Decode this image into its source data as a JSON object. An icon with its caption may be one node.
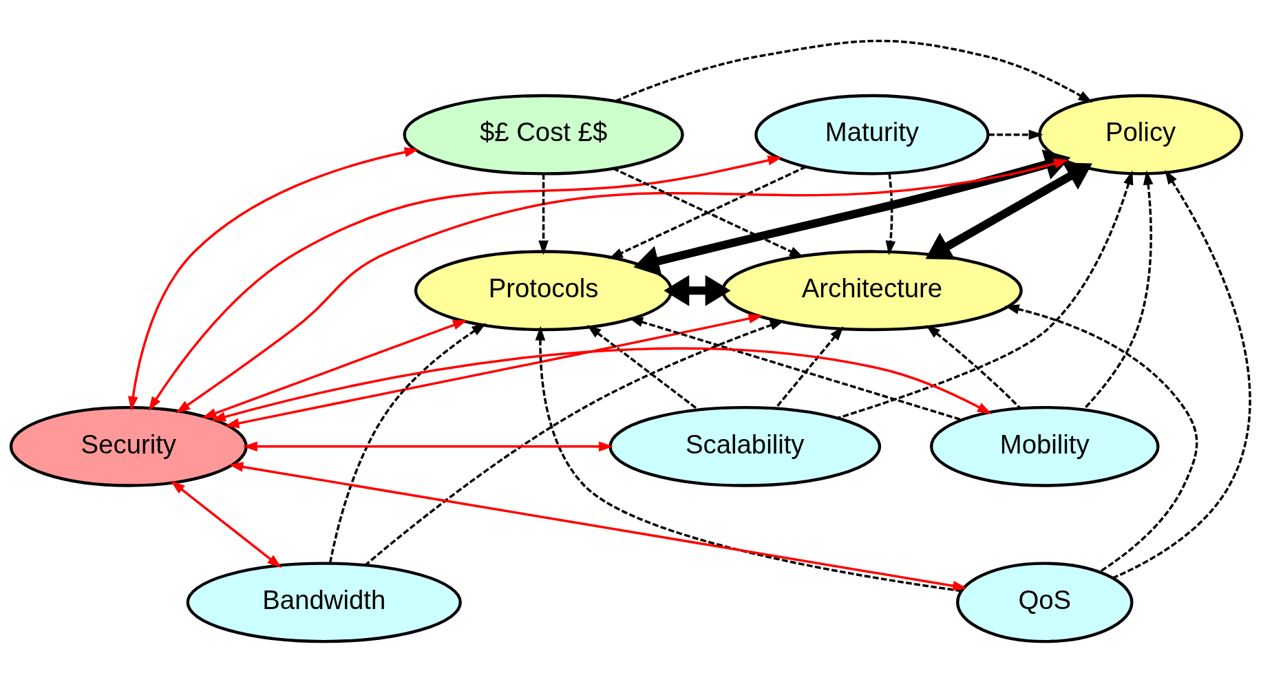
{
  "diagram": {
    "nodes": [
      {
        "text": [
          "Maturity"
        ]
      },
      {
        "text": [
          "Policy"
        ]
      },
      {
        "text": [
          "$£ Cost £$"
        ]
      },
      {
        "text": [
          "Architecture"
        ]
      },
      {
        "text": [
          "Protocols"
        ]
      },
      {
        "text": [
          "Mobility"
        ]
      },
      {
        "text": [
          "Security"
        ]
      },
      {
        "text": [
          "Scalability"
        ]
      },
      {
        "text": [
          "QoS"
        ]
      },
      {
        "text": [
          "Bandwidth"
        ]
      }
    ],
    "edges": [
      {
        "from": 8,
        "to": 1,
        "arrow": "to",
        "style": "dashed"
      },
      {
        "from": 0,
        "to": 1,
        "arrow": "to",
        "style": "dashed"
      },
      {
        "from": 0,
        "to": 4,
        "arrow": "to",
        "style": "dashed"
      },
      {
        "from": 0,
        "to": 3,
        "arrow": "to",
        "style": "dashed"
      },
      {
        "from": 5,
        "to": 1,
        "arrow": "to",
        "style": "dashed"
      },
      {
        "from": 2,
        "to": 1,
        "arrow": "to",
        "style": "dashed"
      },
      {
        "from": 2,
        "to": 3,
        "arrow": "to",
        "style": "dashed"
      },
      {
        "from": 2,
        "to": 4,
        "arrow": "to",
        "style": "dashed"
      },
      {
        "from": 7,
        "to": 1,
        "arrow": "to",
        "style": "dashed"
      },
      {
        "from": 5,
        "to": 3,
        "arrow": "to",
        "style": "dashed"
      },
      {
        "from": 5,
        "to": 4,
        "arrow": "to",
        "style": "dashed"
      },
      {
        "from": 8,
        "to": 3,
        "arrow": "to",
        "style": "dashed"
      },
      {
        "from": 8,
        "to": 4,
        "arrow": "to",
        "style": "dashed"
      },
      {
        "from": 9,
        "to": 3,
        "arrow": "to",
        "style": "dashed"
      },
      {
        "from": 9,
        "to": 4,
        "arrow": "to",
        "style": "dashed"
      },
      {
        "from": 7,
        "to": 4,
        "arrow": "to",
        "style": "dashed"
      },
      {
        "from": 7,
        "to": 3,
        "arrow": "to",
        "style": "dashed"
      },
      {
        "from": 1,
        "to": 3,
        "arrow": "both",
        "style": "thick"
      },
      {
        "from": 1,
        "to": 4,
        "arrow": "both",
        "style": "thick"
      },
      {
        "from": 3,
        "to": 4,
        "arrow": "both",
        "style": "thick"
      },
      {
        "from": 6,
        "to": 0,
        "arrow": "both",
        "color": "#ff0000"
      },
      {
        "from": 6,
        "to": 2,
        "arrow": "both",
        "color": "#ff0000"
      },
      {
        "from": 6,
        "to": 1,
        "arrow": "both",
        "color": "#ff0000"
      },
      {
        "from": 6,
        "to": 3,
        "arrow": "both",
        "color": "#ff0000"
      },
      {
        "from": 6,
        "to": 4,
        "arrow": "both",
        "color": "#ff0000"
      },
      {
        "from": 6,
        "to": 5,
        "arrow": "both",
        "color": "#ff0000"
      },
      {
        "from": 6,
        "to": 8,
        "arrow": "both",
        "color": "#ff0000"
      },
      {
        "from": 6,
        "to": 7,
        "arrow": "both",
        "color": "#ff0000"
      },
      {
        "from": 6,
        "to": 9,
        "arrow": "both",
        "color": "#ff0000"
      }
    ]
  }
}
